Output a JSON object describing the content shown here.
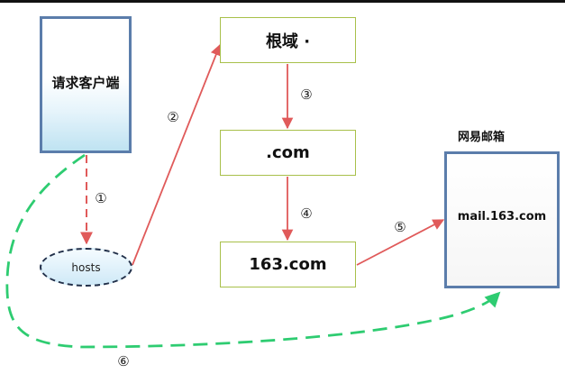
{
  "nodes": {
    "client": {
      "label": "请求客户端"
    },
    "hosts": {
      "label": "hosts"
    },
    "root": {
      "label": "根域 ·"
    },
    "com": {
      "label": ".com"
    },
    "domain_163": {
      "label": "163.com"
    },
    "mail_server": {
      "title": "网易邮箱",
      "label": "mail.163.com"
    }
  },
  "steps": [
    "①",
    "②",
    "③",
    "④",
    "⑤",
    "⑥"
  ],
  "colors": {
    "arrow_red": "#e05a5a",
    "arrow_green": "#2ecc71",
    "box_border_blue": "#5b7dab",
    "box_border_green": "#a8c04a"
  }
}
